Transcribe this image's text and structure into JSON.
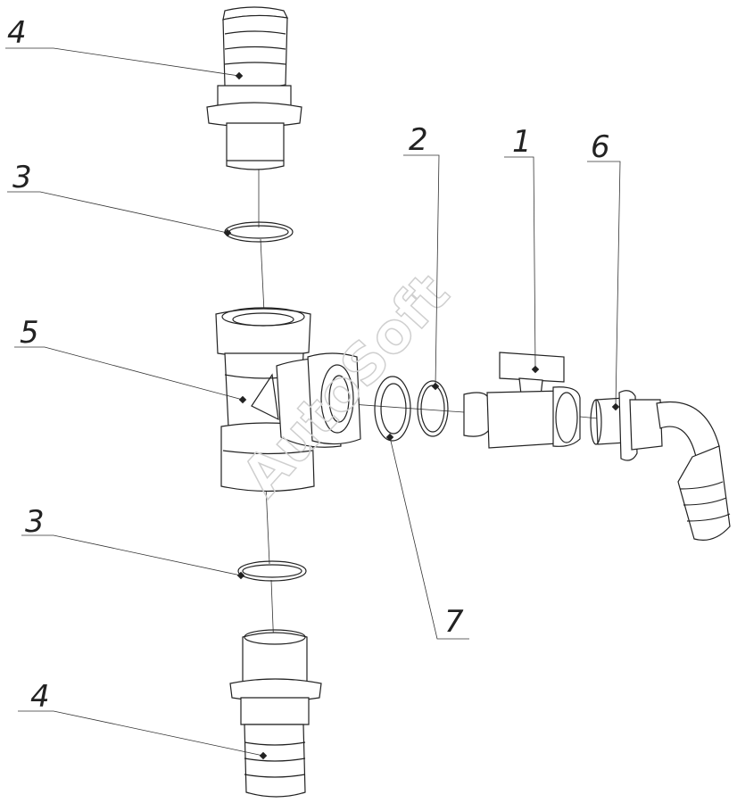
{
  "watermark": "AutoSoft",
  "callouts": {
    "c1": "1",
    "c2": "2",
    "c3_top": "3",
    "c3_bottom": "3",
    "c4_top": "4",
    "c4_bottom": "4",
    "c5": "5",
    "c6": "6",
    "c7": "7"
  }
}
